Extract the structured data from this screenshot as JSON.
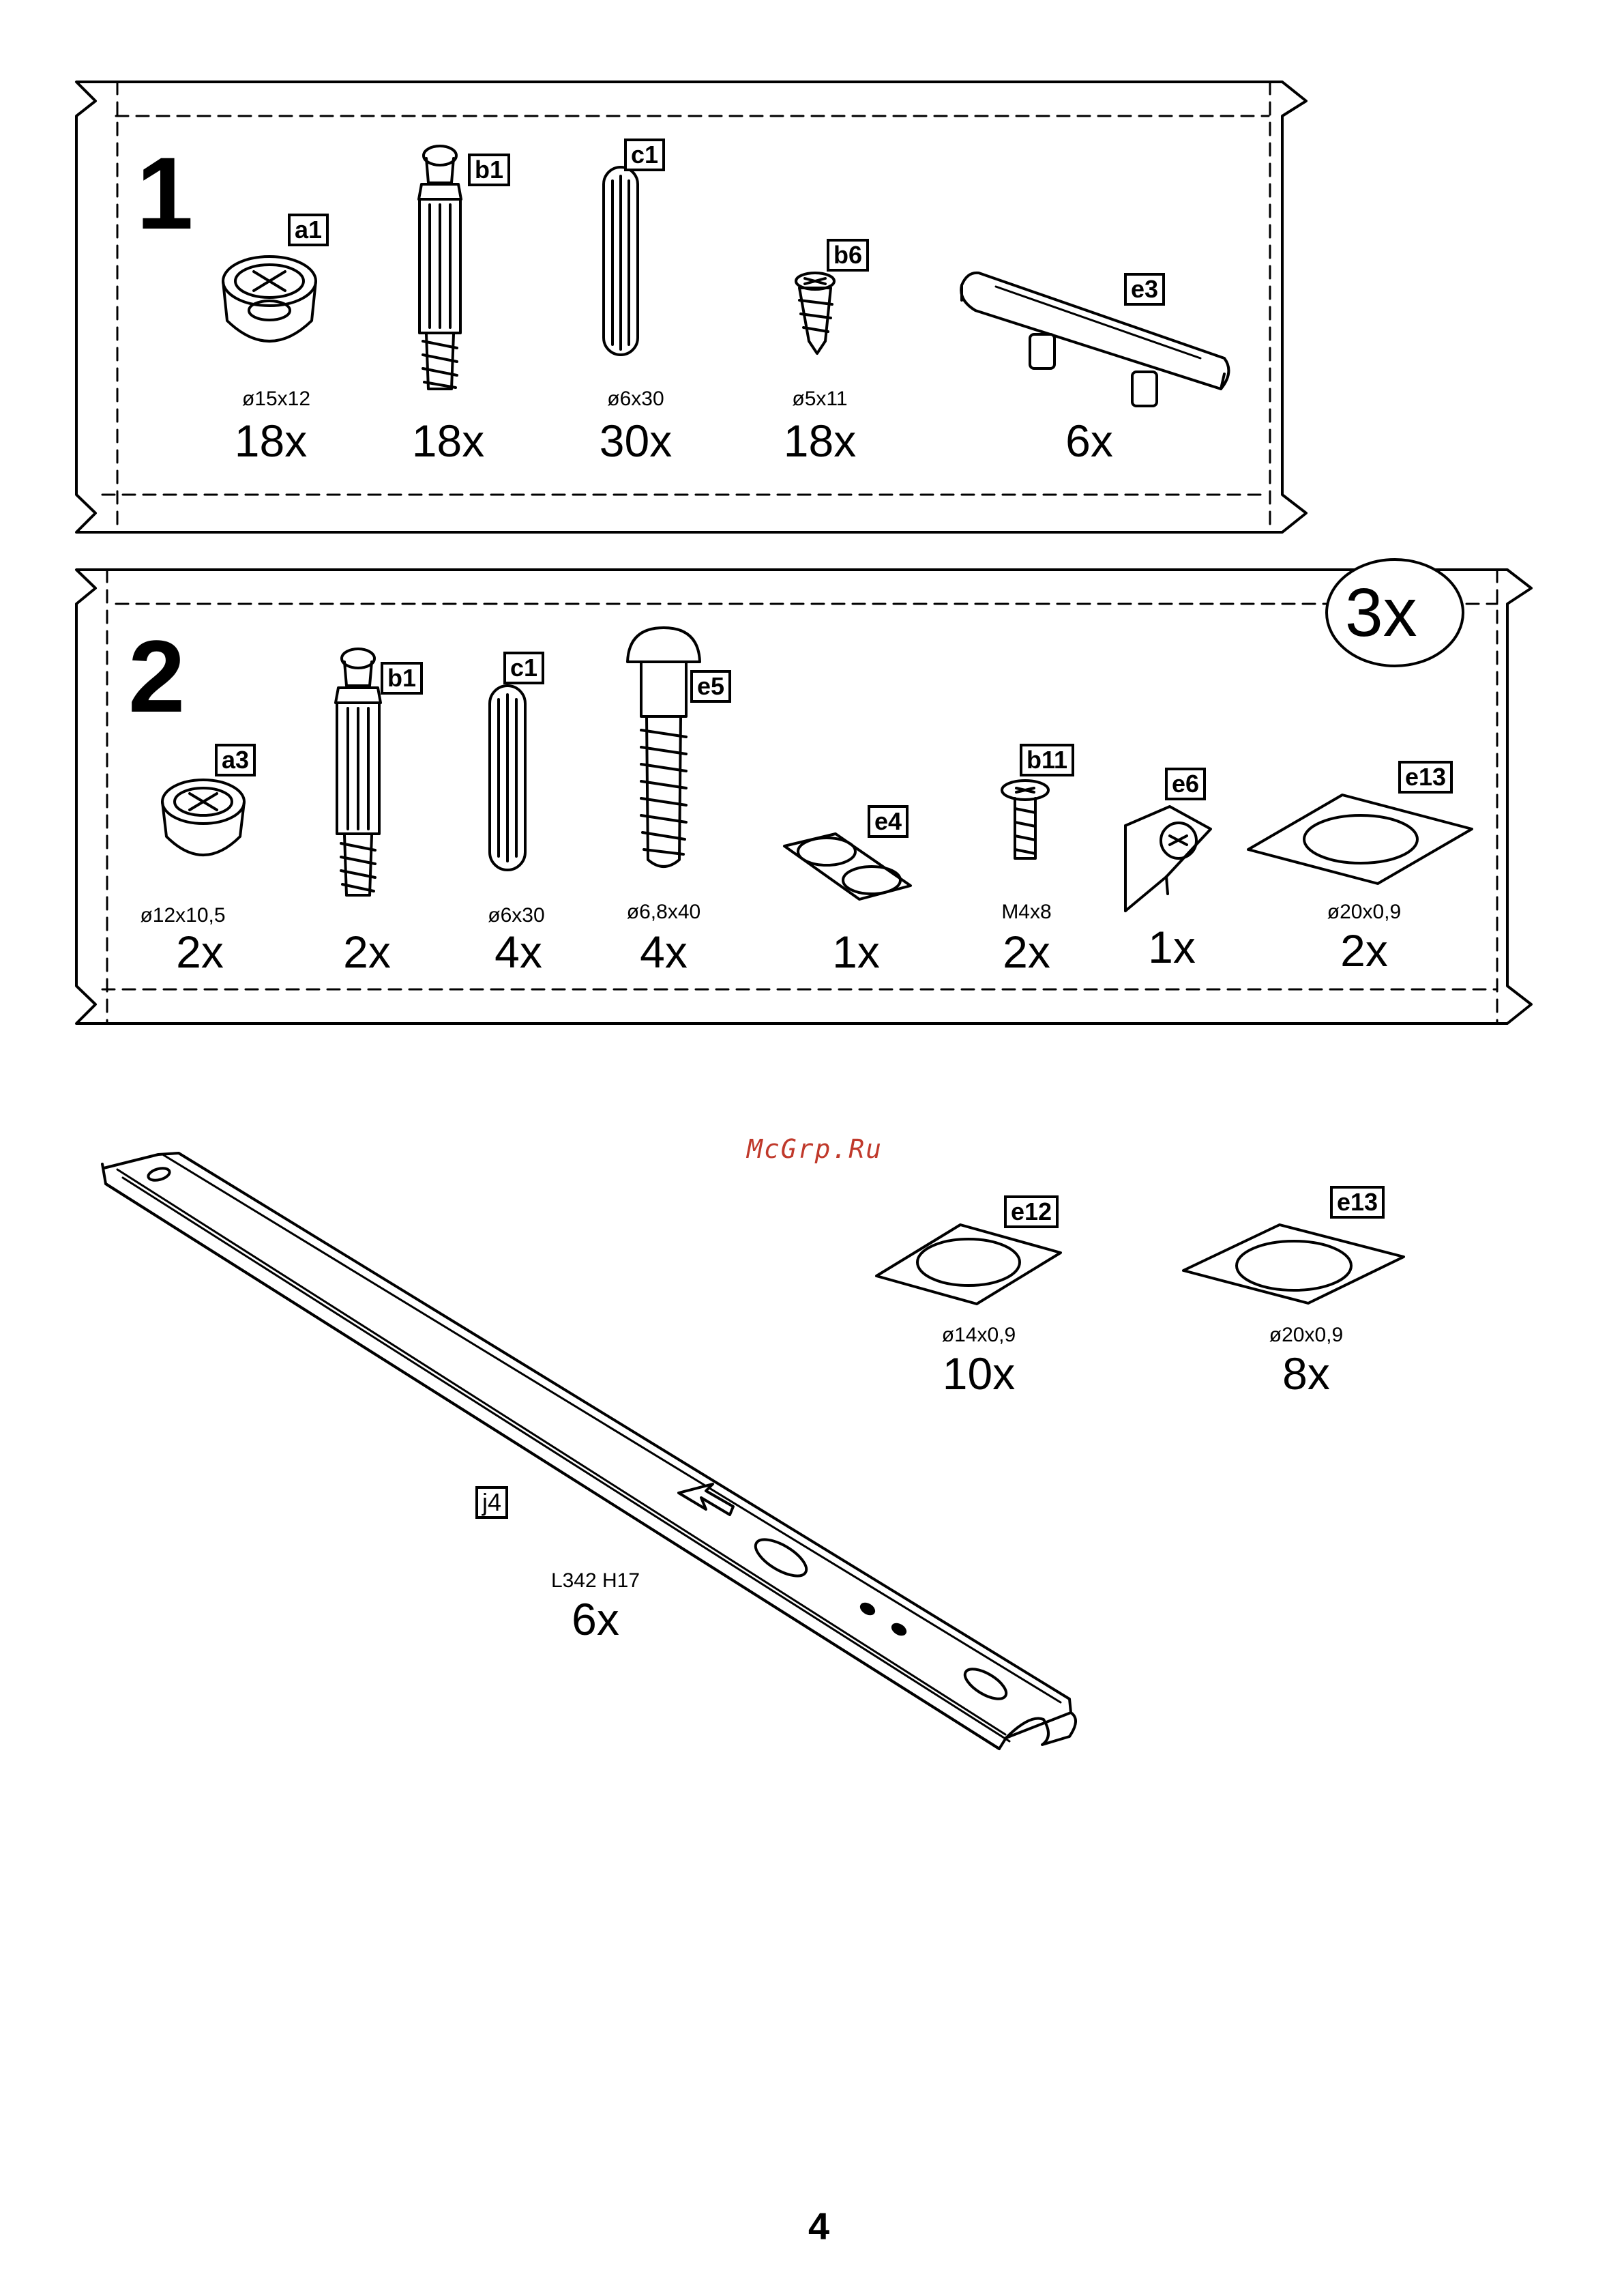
{
  "panel1": {
    "step": "1",
    "items": [
      {
        "tag": "a1",
        "spec": "ø15x12",
        "qty": "18x",
        "icon": "cam-lock-icon"
      },
      {
        "tag": "b1",
        "spec": "",
        "qty": "18x",
        "icon": "cam-bolt-icon"
      },
      {
        "tag": "c1",
        "spec": "ø6x30",
        "qty": "30x",
        "icon": "wooden-dowel-icon"
      },
      {
        "tag": "b6",
        "spec": "ø5x11",
        "qty": "18x",
        "icon": "screw-icon"
      },
      {
        "tag": "e3",
        "spec": "",
        "qty": "6x",
        "icon": "handle-icon"
      }
    ]
  },
  "panel2": {
    "step": "2",
    "multiplier": "3x",
    "items": [
      {
        "tag": "a3",
        "spec": "ø12x10,5",
        "qty": "2x",
        "icon": "cam-lock-icon"
      },
      {
        "tag": "b1",
        "spec": "",
        "qty": "2x",
        "icon": "cam-bolt-icon"
      },
      {
        "tag": "c1",
        "spec": "ø6x30",
        "qty": "4x",
        "icon": "wooden-dowel-icon"
      },
      {
        "tag": "e5",
        "spec": "ø6,8x40",
        "qty": "4x",
        "icon": "wall-plug-icon"
      },
      {
        "tag": "e4",
        "spec": "",
        "qty": "1x",
        "icon": "bumper-pads-icon"
      },
      {
        "tag": "b11",
        "spec": "M4x8",
        "qty": "2x",
        "icon": "machine-screw-icon"
      },
      {
        "tag": "e6",
        "spec": "",
        "qty": "1x",
        "icon": "corner-bracket-icon"
      },
      {
        "tag": "e13",
        "spec": "ø20x0,9",
        "qty": "2x",
        "icon": "felt-pad-icon"
      }
    ]
  },
  "loose": {
    "e12": {
      "tag": "e12",
      "spec": "ø14x0,9",
      "qty": "10x"
    },
    "e13": {
      "tag": "e13",
      "spec": "ø20x0,9",
      "qty": "8x"
    },
    "j4": {
      "tag": "j4",
      "spec": "L342 H17",
      "qty": "6x"
    }
  },
  "watermark": "McGrp.Ru",
  "page_number": "4"
}
